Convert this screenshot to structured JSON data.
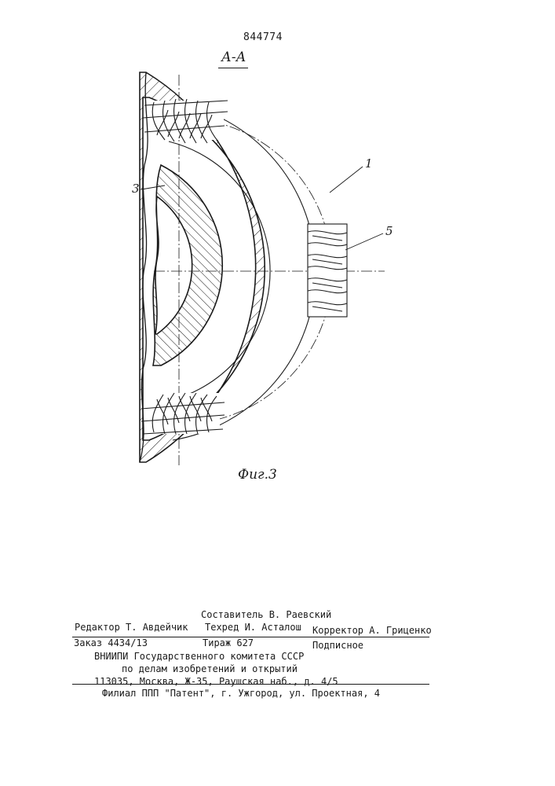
{
  "header": {
    "patent_number": "844774",
    "section_label": "А-А"
  },
  "figure": {
    "label": "Фиг.3",
    "callouts": {
      "part_1": "1",
      "part_3": "3",
      "part_5": "5"
    },
    "icons": [
      "hatched-housing-ring",
      "hatched-inner-hub",
      "coil-spring-top",
      "coil-spring-right",
      "coil-spring-bottom"
    ]
  },
  "imprint": {
    "compiler": "Составитель В. Раевский",
    "editor": "Редактор  Т. Авдейчик",
    "tech_editor": "Техред И. Асталош",
    "corrector": "Корректор А. Гриценко",
    "order": "Заказ 4434/13",
    "circulation": "Тираж 627",
    "subscription": "Подписное",
    "org_line1": "ВНИИПИ Государственного комитета СССР",
    "org_line2": "по делам изобретений и открытий",
    "org_line3": "113035, Москва, Ж-35, Раушская наб., д. 4/5",
    "branch": "Филиал ППП \"Патент\", г. Ужгород, ул. Проектная, 4"
  }
}
